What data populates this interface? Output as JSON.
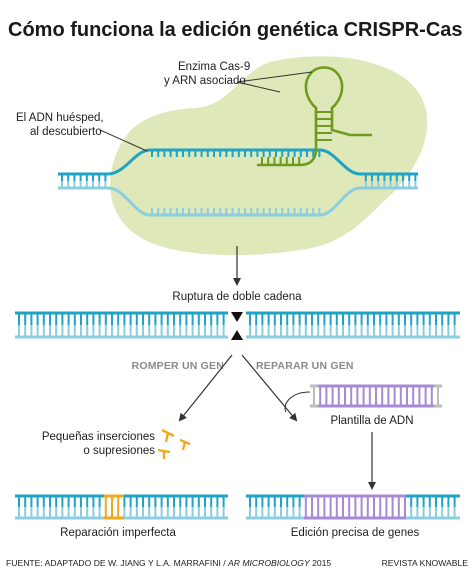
{
  "title": "Cómo funciona la edición genética CRISPR-Cas",
  "labels": {
    "enzyme_line1": "Enzima Cas-9",
    "enzyme_line2": "y ARN asociado",
    "host_line1": "El ADN huésped,",
    "host_line2": "al descubierto",
    "double_break": "Ruptura de doble cadena",
    "break_gene": "ROMPER UN GEN",
    "repair_gene": "REPARAR UN GEN",
    "dna_template": "Plantilla de ADN",
    "small_line1": "Pequeñas inserciones",
    "small_line2": "o supresiones",
    "imperfect_repair": "Reparación imperfecta",
    "precise_edit": "Edición precisa de genes"
  },
  "footer": {
    "source_prefix": "FUENTE: ADAPTADO DE W. JIANG Y L.A. MARRAFINI / ",
    "source_journal": "AR MICROBIOLOGY",
    "source_year": " 2015",
    "credit": "REVISTA KNOWABLE"
  },
  "colors": {
    "dna_dark": "#1fa3c4",
    "dna_light": "#8ccde0",
    "rna_green": "#6e9a1e",
    "enzyme_fill": "#dfe8b8",
    "template_purple": "#a78ad6",
    "insert_orange": "#f0a81c",
    "arrow": "#333333"
  }
}
